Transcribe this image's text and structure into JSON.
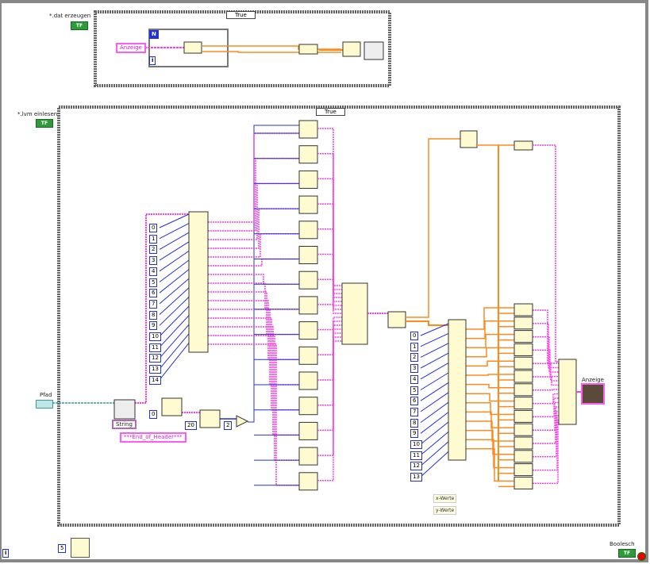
{
  "top_case": {
    "label": "*.dat erzeugen",
    "selector": "True",
    "bool_text": "TF",
    "indicator_ref": "Anzeige",
    "loop_count": "N",
    "loop_index": "i"
  },
  "main_case": {
    "label": "*.lvm einlesen",
    "selector": "True",
    "bool_text": "TF"
  },
  "path_control": {
    "label": "Pfad"
  },
  "string_format": "String",
  "header_constant": "***End_of_Header***",
  "constants": {
    "zero": "0",
    "twenty": "20",
    "two": "2",
    "wait_ms": "5"
  },
  "index_column_1": [
    "0",
    "1",
    "2",
    "3",
    "4",
    "5",
    "6",
    "7",
    "8",
    "9",
    "10",
    "11",
    "12",
    "13",
    "14"
  ],
  "index_column_2": [
    "0",
    "1",
    "2",
    "3",
    "4",
    "5",
    "6",
    "7",
    "8",
    "9",
    "10",
    "11",
    "12",
    "13"
  ],
  "notes": {
    "x": "x-Werte",
    "y": "y-Werte"
  },
  "graph": {
    "label": "Anzeige"
  },
  "stop": {
    "label": "Boolesch",
    "bool_text": "TF"
  },
  "loop_iteration": "i",
  "colors": {
    "orange": "#ff8a1c",
    "pink": "#ff3ce8",
    "blue": "#2430d8",
    "node": "#fffbd0",
    "frame": "#888888"
  }
}
